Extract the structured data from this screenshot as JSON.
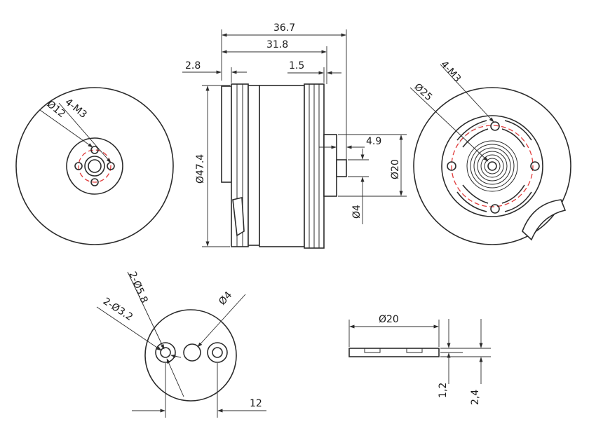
{
  "dimensions": {
    "overall_length": "36.7",
    "body_length": "31.8",
    "flange_thickness": "2.8",
    "rear_gap": "1.5",
    "shaft_length": "4.9",
    "outer_diameter": "Ø47.4",
    "hub_diameter": "Ø20",
    "shaft_diameter": "Ø4",
    "front_bolt_circle": "Ø12",
    "front_thread": "4-M3",
    "rear_bolt_circle": "Ø25",
    "rear_thread": "4-M3",
    "mount_large_holes": "2-Ø5.8",
    "mount_small_holes": "2-Ø3.2",
    "mount_center_hole": "Ø4",
    "mount_hole_spacing": "12",
    "plate_diameter": "Ø20",
    "plate_thickness_1": "1,2",
    "plate_thickness_2": "2,4"
  },
  "colors": {
    "line": "#2b2b2b",
    "center_line": "#e03c3c",
    "background": "#ffffff"
  }
}
